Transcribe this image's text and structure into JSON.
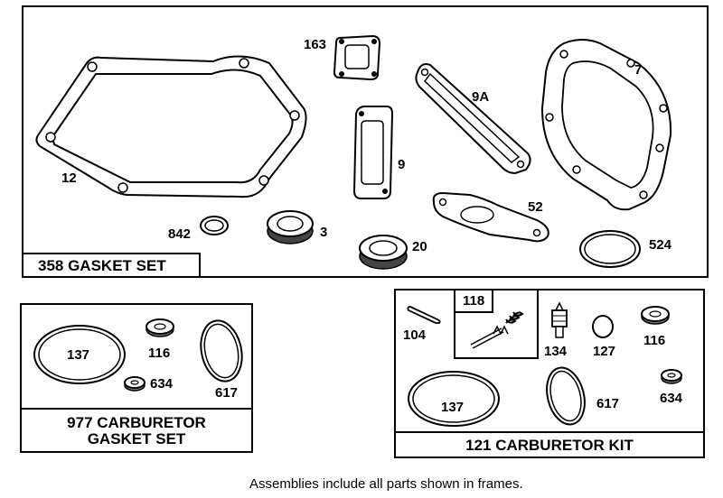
{
  "frames": {
    "gasket_set": "358 GASKET SET",
    "carb_gasket_set_line1": "977 CARBURETOR",
    "carb_gasket_set_line2": "GASKET SET",
    "carb_kit": "121 CARBURETOR KIT",
    "sub_kit": "118"
  },
  "parts": {
    "p163": "163",
    "p7": "7",
    "p9a": "9A",
    "p12": "12",
    "p9": "9",
    "p52": "52",
    "p842": "842",
    "p3": "3",
    "p20": "20",
    "p524": "524",
    "c977_137": "137",
    "c977_116": "116",
    "c977_634": "634",
    "c977_617": "617",
    "c121_104": "104",
    "c121_134": "134",
    "c121_127": "127",
    "c121_116": "116",
    "c121_137": "137",
    "c121_617": "617",
    "c121_634": "634"
  },
  "caption": "Assemblies include all parts shown in frames."
}
